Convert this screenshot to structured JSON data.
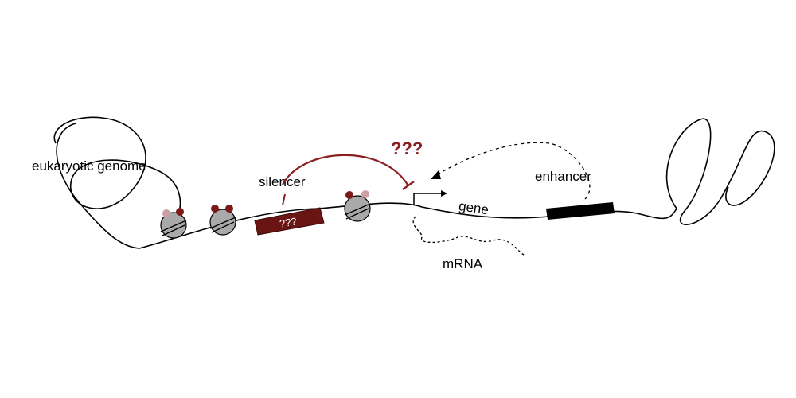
{
  "labels": {
    "genome": "eukaryotic genome",
    "silencer": "silencer",
    "silencer_box": "???",
    "question": "???",
    "gene": "gene",
    "enhancer": "enhancer",
    "mrna": "mRNA"
  },
  "colors": {
    "dna": "#000000",
    "silencer": "#6b1414",
    "inhibition": "#8b1e1e",
    "question": "#8b1e1e",
    "enhancer": "#000000",
    "nucleosome": "#a9a9a9",
    "histone_mark_light": "#caa0a4",
    "histone_mark_dark": "#7a1a1a"
  },
  "icons": [
    "nucleosome-icon",
    "transcription-start-arrow-icon",
    "inhibition-bar-icon"
  ]
}
